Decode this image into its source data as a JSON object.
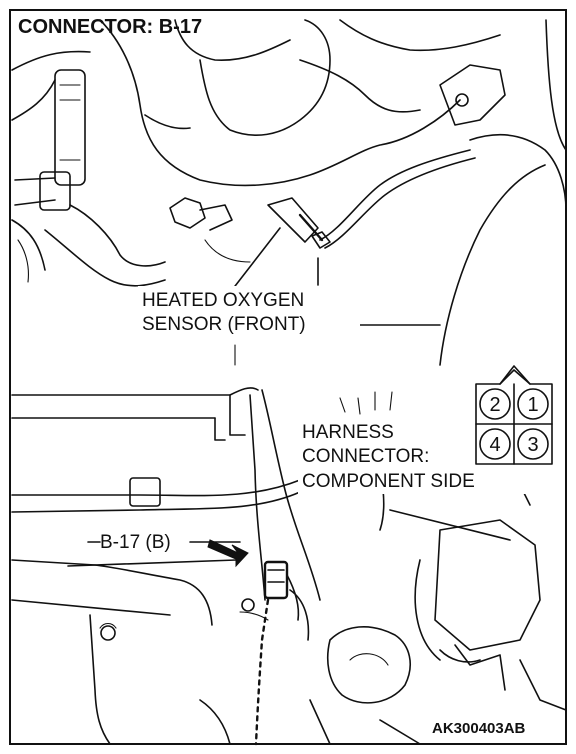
{
  "title": "CONNECTOR: B-17",
  "labels": {
    "sensor_line1": "HEATED OXYGEN",
    "sensor_line2": "SENSOR (FRONT)",
    "harness_line1": "HARNESS",
    "harness_line2": "CONNECTOR:",
    "harness_line3": "COMPONENT SIDE",
    "connector_ref": "B-17 (B)",
    "figure_code": "AK300403AB"
  },
  "connector_pins": {
    "top_left": "2",
    "top_right": "1",
    "bottom_left": "4",
    "bottom_right": "3"
  }
}
